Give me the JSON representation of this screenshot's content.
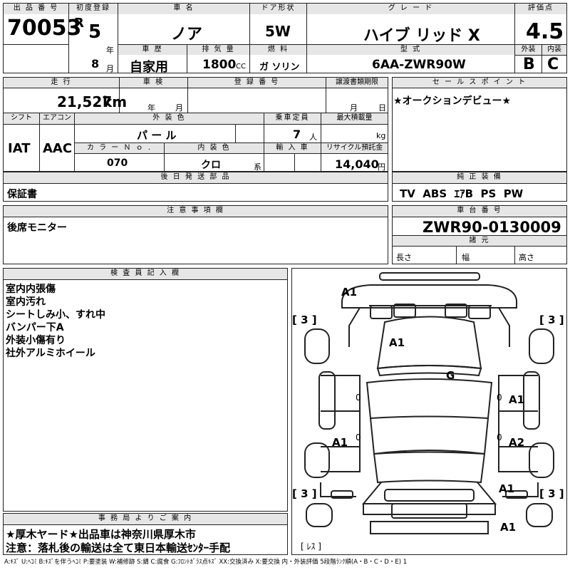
{
  "header": {
    "lot_no_label": "出 品 番 号",
    "lot_no": "70053",
    "first_reg_label": "初度登録",
    "era": "R",
    "reg_year": "5",
    "year_unit": "年",
    "reg_month": "8",
    "month_unit": "月",
    "model_label": "車 名",
    "model": "ノア",
    "door_label": "ドア形状",
    "door": "5W",
    "grade_label": "グ レ ー ド",
    "grade": "ハイブ リッド X",
    "score_label": "評価点",
    "score": "4.5",
    "history_label": "車 歴",
    "history": "自家用",
    "displacement_label": "排 気 量",
    "displacement": "1800",
    "displacement_unit": "CC",
    "fuel_label": "燃 料",
    "fuel": "ガ ソリン",
    "type_label": "型 式",
    "type": "6AA-ZWR90W",
    "ext_grade_label": "外装",
    "ext_grade": "B",
    "int_grade_label": "内装",
    "int_grade": "C"
  },
  "row2": {
    "mileage_label": "走 行",
    "mileage": "21,527",
    "mileage_unit": "km",
    "inspection_label": "車 検",
    "insp_year_unit": "年",
    "insp_month_unit": "月",
    "plate_label": "登 録 番 号",
    "transfer_label": "譲渡書類期限",
    "transfer_month_unit": "月",
    "transfer_day_unit": "日",
    "sales_point_label": "セ ー ル ス ポ イ ン ト",
    "sales_point": "★オークションデビュー★"
  },
  "row3": {
    "shift_label": "シフト",
    "shift": "IAT",
    "ac_label": "エアコン",
    "ac": "AAC",
    "ext_color_label": "外 装 色",
    "ext_color": "パ ー ル",
    "capacity_label": "乗車定員",
    "capacity": "7",
    "capacity_unit": "人",
    "max_load_label": "最大積載量",
    "max_load_unit": "kg",
    "color_no_label": "カ ラ ー Ｎ ｏ .",
    "color_no": "070",
    "int_color_label": "内 装 色",
    "int_color": "クロ",
    "int_color_unit": "系",
    "import_label": "輸 入 車",
    "recycle_label": "リサイクル預託金",
    "recycle": "14,040",
    "recycle_unit": "円"
  },
  "later_parts": {
    "label": "後 日 発 送 部 品",
    "value": "保証書"
  },
  "equipment": {
    "label": "純 正 装 備",
    "value": "TV  ABS  ｴｱB  PS  PW"
  },
  "notes": {
    "label": "注 意 事 項 欄",
    "value": "後席モニター"
  },
  "chassis": {
    "label": "車 台 番 号",
    "value": "ZWR90-0130009",
    "dims_label": "諸 元",
    "length_label": "長さ",
    "width_label": "幅",
    "height_label": "高さ"
  },
  "inspector": {
    "label": "検 査 員 記 入 欄",
    "lines": [
      "室内内張傷",
      "室内汚れ",
      "シートしみ小、すれ中",
      "バンパー下A",
      "外装小傷有り",
      "社外アルミホイール"
    ]
  },
  "office": {
    "label": "事 務 局 よ り ご 案 内",
    "line1": "★厚木ヤード★出品車は神奈川県厚木市",
    "line2": "注意：落札後の輸送は全て東日本輸送ｾﾝﾀｰ手配"
  },
  "diagram": {
    "marks": [
      "A1",
      "A1",
      "G",
      "A1",
      "A1",
      "A2",
      "A1",
      "A1",
      "0",
      "0",
      "0",
      "0"
    ],
    "tire_marks": [
      "[ 3 ]",
      "[ 3 ]",
      "[ 3 ]",
      "[ 3 ]"
    ],
    "spare_mark": "[ ﾚｽ ]"
  },
  "legend": "A:ｷｽﾞ U:ﾍｺﾐ B:ｷｽﾞを伴うﾍｺﾐ P:要塗装 W:補修跡 S:錆 C:腐食 G:ﾌﾛﾝﾄｶﾞﾗｽ点ｷｽﾞ XX:交換済み X:要交換 内・外装評価 5段階ﾗﾝｸ順(A・B・C・D・E) 1"
}
